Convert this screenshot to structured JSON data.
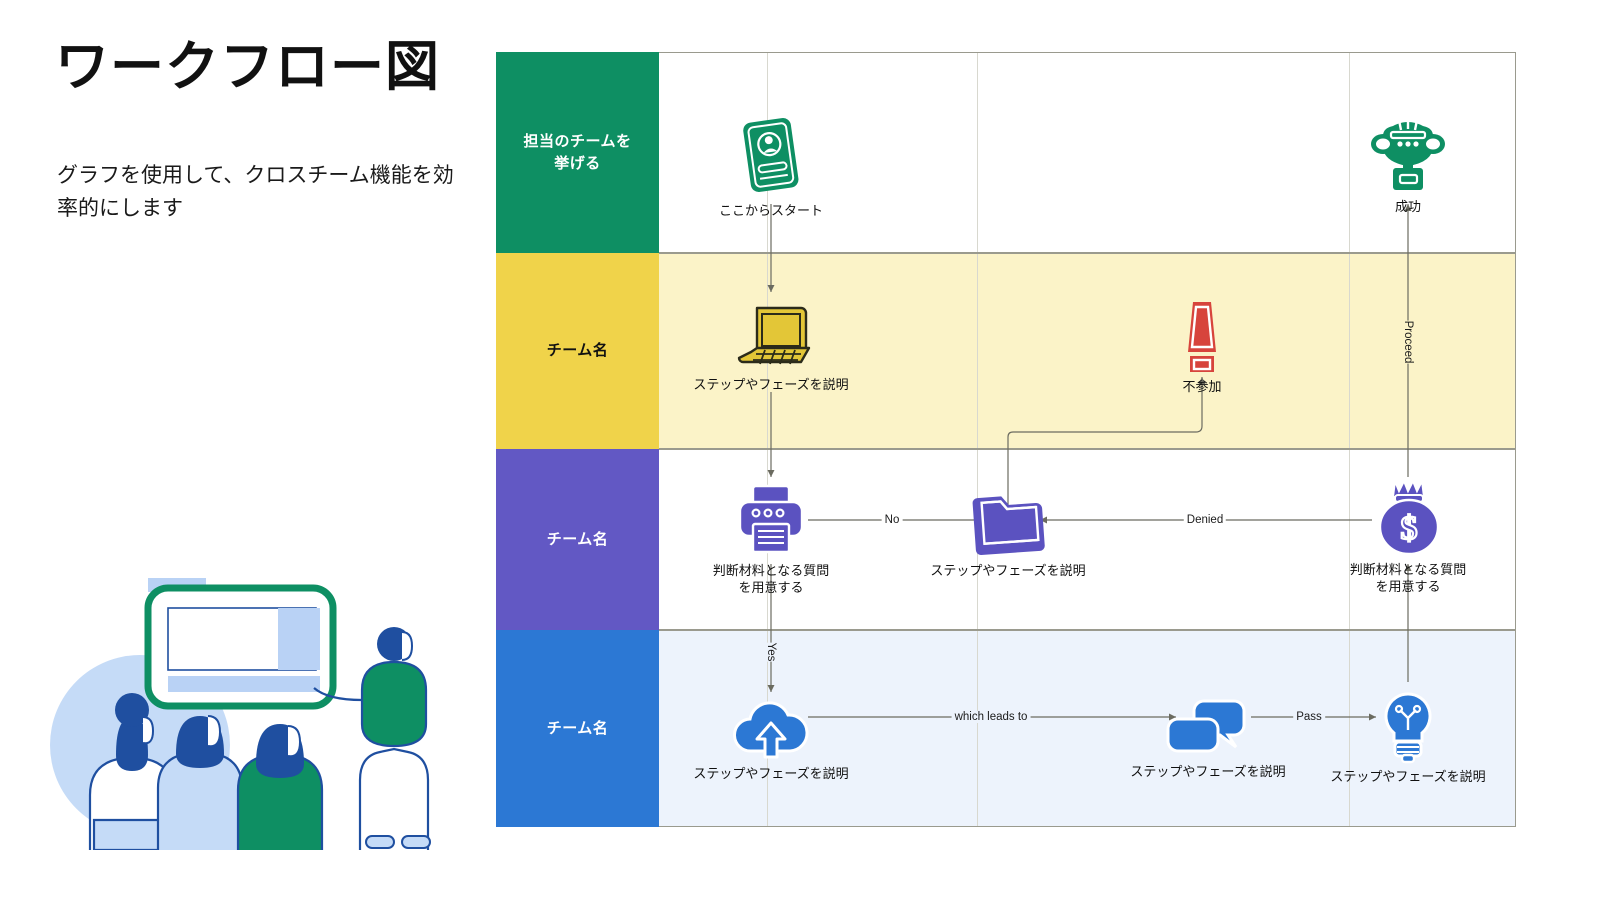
{
  "header": {
    "title": "ワークフロー図",
    "subtitle": "グラフを使用して、クロスチーム機能を効率的にします"
  },
  "illustration": {
    "name": "team-presentation-illustration",
    "colors": {
      "green": "#0E8F63",
      "navy": "#1F4FA0",
      "light_blue": "#B9D2F5",
      "pale_blue": "#C5DBF7"
    }
  },
  "colors": {
    "lane_green": "#0E8F63",
    "lane_yellow": "#F0D34A",
    "lane_purple": "#6258C4",
    "lane_blue": "#2C78D4",
    "body_green": "#FFFFFF",
    "body_yellow": "#FBF3C8",
    "body_purple": "#FFFFFF",
    "body_blue": "#EDF3FC",
    "node_green": "#0E8F63",
    "node_yellow": "#E3C637",
    "node_red": "#D7443C",
    "node_purple": "#5B52C0",
    "node_blue": "#2C78D4",
    "edge_line": "#6b6b60",
    "frame_border": "#9a9a8e"
  },
  "lanes": [
    {
      "id": "lane-1",
      "label": "担当のチームを\n挙げる",
      "header_color": "#0E8F63",
      "body_color": "#FFFFFF",
      "text_color": "#FFFFFF"
    },
    {
      "id": "lane-2",
      "label": "チーム名",
      "header_color": "#F0D34A",
      "body_color": "#FBF3C8",
      "text_color": "#111111"
    },
    {
      "id": "lane-3",
      "label": "チーム名",
      "header_color": "#6258C4",
      "body_color": "#FFFFFF",
      "text_color": "#FFFFFF"
    },
    {
      "id": "lane-4",
      "label": "チーム名",
      "header_color": "#2C78D4",
      "body_color": "#EDF3FC",
      "text_color": "#FFFFFF"
    }
  ],
  "nodes": [
    {
      "id": "node-start",
      "icon": "id-card-icon",
      "label": "ここからスタート",
      "lane": "lane-1",
      "color": "#0E8F63"
    },
    {
      "id": "node-success",
      "icon": "trophy-icon",
      "label": "成功",
      "lane": "lane-1",
      "color": "#0E8F63"
    },
    {
      "id": "node-laptop",
      "icon": "laptop-icon",
      "label": "ステップやフェーズを説明",
      "lane": "lane-2",
      "color": "#E3C637"
    },
    {
      "id": "node-reject",
      "icon": "exclamation-icon",
      "label": "不参加",
      "lane": "lane-2",
      "color": "#D7443C"
    },
    {
      "id": "node-printer",
      "icon": "printer-icon",
      "label": "判断材料となる質問\nを用意する",
      "lane": "lane-3",
      "color": "#5B52C0"
    },
    {
      "id": "node-folder",
      "icon": "folder-icon",
      "label": "ステップやフェーズを説明",
      "lane": "lane-3",
      "color": "#5B52C0"
    },
    {
      "id": "node-moneybag",
      "icon": "money-bag-icon",
      "label": "判断材料となる質問\nを用意する",
      "lane": "lane-3",
      "color": "#5B52C0"
    },
    {
      "id": "node-cloud",
      "icon": "cloud-upload-icon",
      "label": "ステップやフェーズを説明",
      "lane": "lane-4",
      "color": "#2C78D4"
    },
    {
      "id": "node-chat",
      "icon": "chat-bubbles-icon",
      "label": "ステップやフェーズを説明",
      "lane": "lane-4",
      "color": "#2C78D4"
    },
    {
      "id": "node-bulb",
      "icon": "lightbulb-icon",
      "label": "ステップやフェーズを説明",
      "lane": "lane-4",
      "color": "#2C78D4"
    }
  ],
  "edges": [
    {
      "id": "edge-start-laptop",
      "from": "node-start",
      "to": "node-laptop",
      "label": ""
    },
    {
      "id": "edge-laptop-printer",
      "from": "node-laptop",
      "to": "node-printer",
      "label": ""
    },
    {
      "id": "edge-printer-folder",
      "from": "node-printer",
      "to": "node-folder",
      "label": "No"
    },
    {
      "id": "edge-moneybag-folder",
      "from": "node-moneybag",
      "to": "node-folder",
      "label": "Denied"
    },
    {
      "id": "edge-folder-reject",
      "from": "node-folder",
      "to": "node-reject",
      "label": ""
    },
    {
      "id": "edge-printer-cloud",
      "from": "node-printer",
      "to": "node-cloud",
      "label": "Yes"
    },
    {
      "id": "edge-cloud-chat",
      "from": "node-cloud",
      "to": "node-chat",
      "label": "which leads to"
    },
    {
      "id": "edge-chat-bulb",
      "from": "node-chat",
      "to": "node-bulb",
      "label": "Pass"
    },
    {
      "id": "edge-bulb-moneybag",
      "from": "node-bulb",
      "to": "node-moneybag",
      "label": ""
    },
    {
      "id": "edge-moneybag-success",
      "from": "node-moneybag",
      "to": "node-success",
      "label": "Proceed"
    }
  ]
}
